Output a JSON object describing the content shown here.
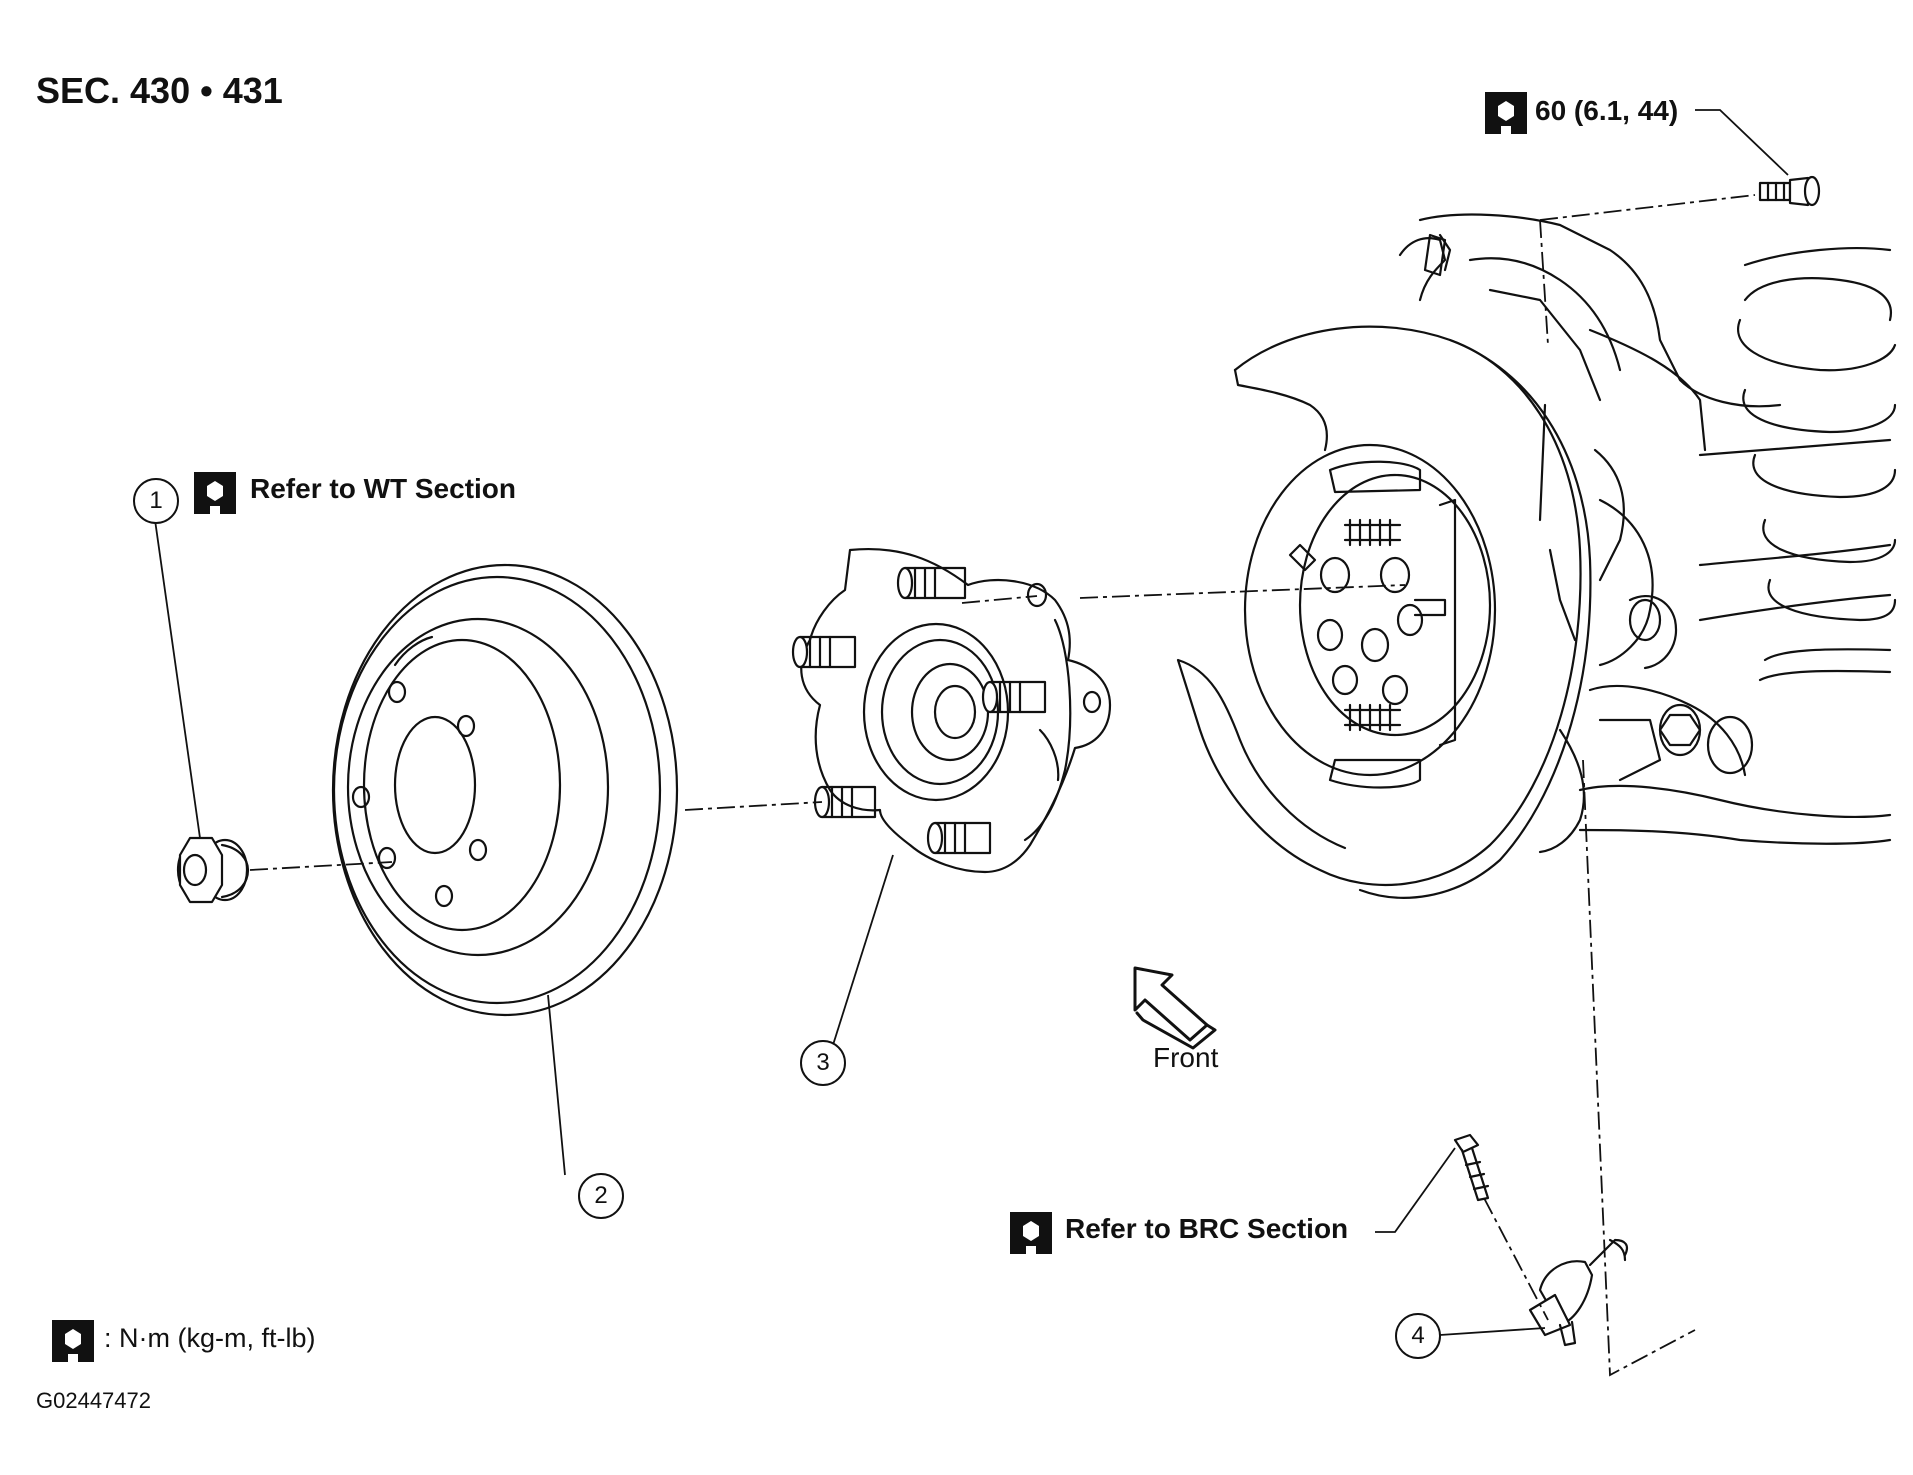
{
  "section_title": "SEC. 430 • 431",
  "torque_labels": {
    "top_bolt": "60 (6.1, 44)",
    "wheel_nut": "Refer to WT Section",
    "sensor_bolt": "Refer to BRC Section"
  },
  "callouts": [
    {
      "number": "1"
    },
    {
      "number": "2"
    },
    {
      "number": "3"
    },
    {
      "number": "4"
    }
  ],
  "front_label": "Front",
  "legend": {
    "icon": "torque-wrench-icon",
    "text": ": N·m (kg-m, ft-lb)"
  },
  "figure_id": "G02447472"
}
